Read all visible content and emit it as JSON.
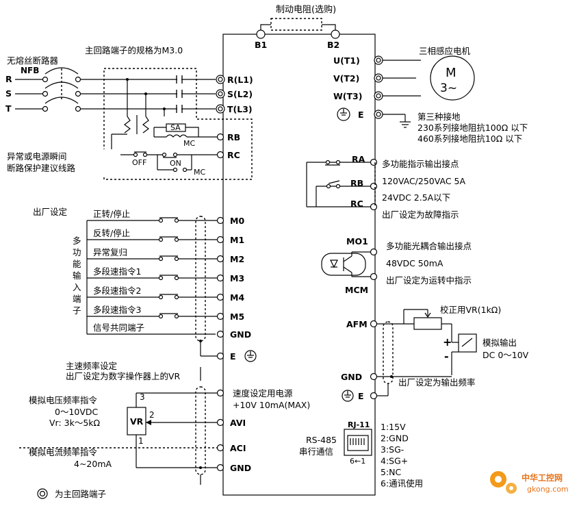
{
  "brake": {
    "label": "制动电阻(选购)",
    "b1": "B1",
    "b2": "B2"
  },
  "main_circuit": {
    "spec_note": "主回路端子的规格为M3.0",
    "breaker_label": "无熔丝断路器",
    "nfb": "NFB",
    "inputs": [
      {
        "phase": "R",
        "terminal": "R(L1)"
      },
      {
        "phase": "S",
        "terminal": "S(L2)"
      },
      {
        "phase": "T",
        "terminal": "T(L3)"
      }
    ],
    "rb": "RB",
    "rc": "RC",
    "sa": "SA",
    "mc": "MC",
    "off": "OFF",
    "on": "ON",
    "protection_note_line1": "异常或电源瞬间",
    "protection_note_line2": "断路保护建议线路"
  },
  "motor": {
    "label": "三相感应电机",
    "symbol": "M",
    "symbol_sub": "3~",
    "outputs": [
      "U(T1)",
      "V(T2)",
      "W(T3)"
    ],
    "earth_label": "E"
  },
  "grounding": {
    "title": "第三种接地",
    "line1": "230系列接地阻抗100Ω 以下",
    "line2": "460系列接地阻抗10Ω 以下"
  },
  "relay": {
    "terminals": [
      "RA",
      "RB",
      "RC"
    ],
    "line1": "多功能指示输出接点",
    "line2": "120VAC/250VAC  5A",
    "line3": "24VDC  2.5A以下",
    "line4": "出厂设定为故障指示"
  },
  "inputs_section": {
    "factory_label": "出厂设定",
    "vertical_label": "多功能输入端子",
    "functions": [
      "正转/停止",
      "反转/停止",
      "异常复归",
      "多段速指令1",
      "多段速指令2",
      "多段速指令3",
      "信号共同端子"
    ],
    "terminals": [
      "M0",
      "M1",
      "M2",
      "M3",
      "M4",
      "M5",
      "GND"
    ],
    "earth_label": "E"
  },
  "photocoupler": {
    "terminals": [
      "MO1",
      "MCM"
    ],
    "line1": "多功能光耦合输出接点",
    "line2": "48VDC 50mA",
    "line3": "出厂设定为运转中指示"
  },
  "analog_out": {
    "terminal": "AFM",
    "vr_label": "校正用VR(1kΩ)",
    "plus": "+",
    "minus": "-",
    "title": "模拟输出",
    "range": "DC 0～10V",
    "gnd": "GND",
    "earth": "E",
    "note": "出厂设定为输出频率"
  },
  "speed_setting": {
    "line1": "主速频率设定",
    "line2": "出厂设定为数字操作器上的VR",
    "voltage_cmd": "模拟电压频率指令",
    "voltage_range": "0～10VDC",
    "vr_range": "Vr:  3k～5kΩ",
    "current_cmd": "模拟电流频率指令",
    "current_range": "4~20mA",
    "vr": "VR",
    "pin1": "1",
    "pin2": "2",
    "pin3": "3",
    "supply_line1": "速度设定用电源",
    "supply_line2": "+10V 10mA(MAX)",
    "terminals": [
      "AVI",
      "ACI",
      "GND"
    ]
  },
  "comm": {
    "rj": "RJ-11",
    "rs485": "RS-485",
    "serial": "串行通信",
    "pins_label": "6←1",
    "pins": [
      "1:15V",
      "2:GND",
      "3:SG-",
      "4:SG+",
      "5:NC",
      "6:通讯使用"
    ]
  },
  "legend": {
    "text": "为主回路端子"
  },
  "watermark": {
    "cn": "中华工控网",
    "url": "gkong.com"
  }
}
